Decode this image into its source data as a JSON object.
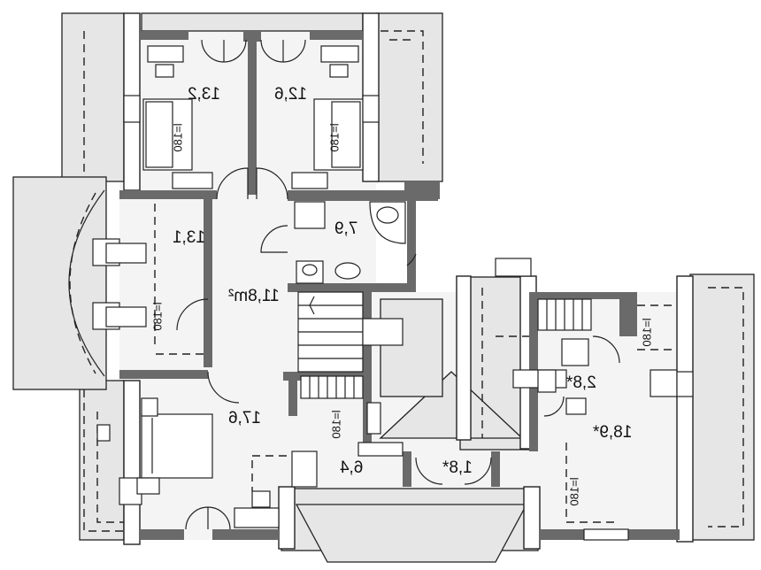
{
  "rooms": [
    {
      "id": "bedroom-top-left",
      "area": "13,2"
    },
    {
      "id": "bedroom-top-center",
      "area": "12,6"
    },
    {
      "id": "bathroom",
      "area": "7,9"
    },
    {
      "id": "bedroom-left",
      "area": "13,1"
    },
    {
      "id": "hall",
      "area": "11,8m²"
    },
    {
      "id": "bedroom-master",
      "area": "17,6"
    },
    {
      "id": "dressing",
      "area": "6,4"
    },
    {
      "id": "storage",
      "area": "1,8*"
    },
    {
      "id": "wc",
      "area": "2,8*"
    },
    {
      "id": "bedroom-right",
      "area": "18,9*"
    }
  ],
  "bed_labels": [
    "l=180",
    "l=180",
    "l=180",
    "l=180",
    "l=180",
    "l=180"
  ]
}
